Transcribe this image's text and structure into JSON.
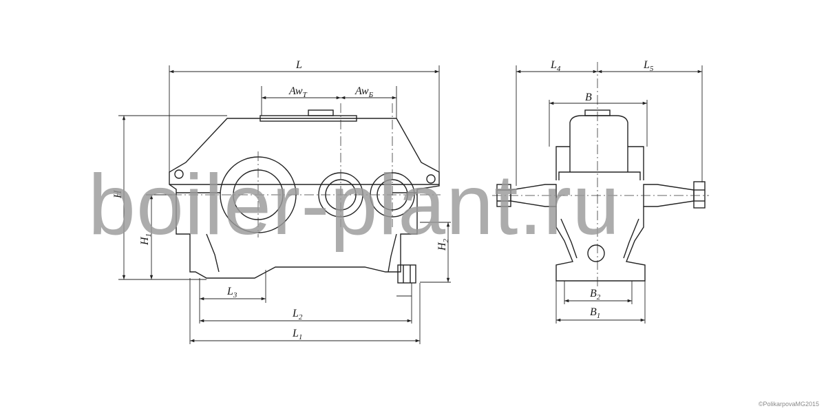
{
  "front_view": {
    "L": {
      "main": "L",
      "sub": ""
    },
    "Awt": {
      "main": "Aw",
      "sub": "Т"
    },
    "Awb": {
      "main": "Aw",
      "sub": "Б"
    },
    "H": {
      "main": "H",
      "sub": ""
    },
    "H1": {
      "main": "H",
      "sub": "1"
    },
    "H2": {
      "main": "H",
      "sub": "2"
    },
    "L3": {
      "main": "L",
      "sub": "3"
    },
    "L2": {
      "main": "L",
      "sub": "2"
    },
    "L1": {
      "main": "L",
      "sub": "1"
    }
  },
  "side_view": {
    "L4": {
      "main": "L",
      "sub": "4"
    },
    "L5": {
      "main": "L",
      "sub": "5"
    },
    "B": {
      "main": "B",
      "sub": ""
    },
    "B2": {
      "main": "B",
      "sub": "2"
    },
    "B1": {
      "main": "B",
      "sub": "1"
    }
  },
  "watermark": "boiler-plant.ru",
  "copyright": "©PolikarpovaMG2015"
}
